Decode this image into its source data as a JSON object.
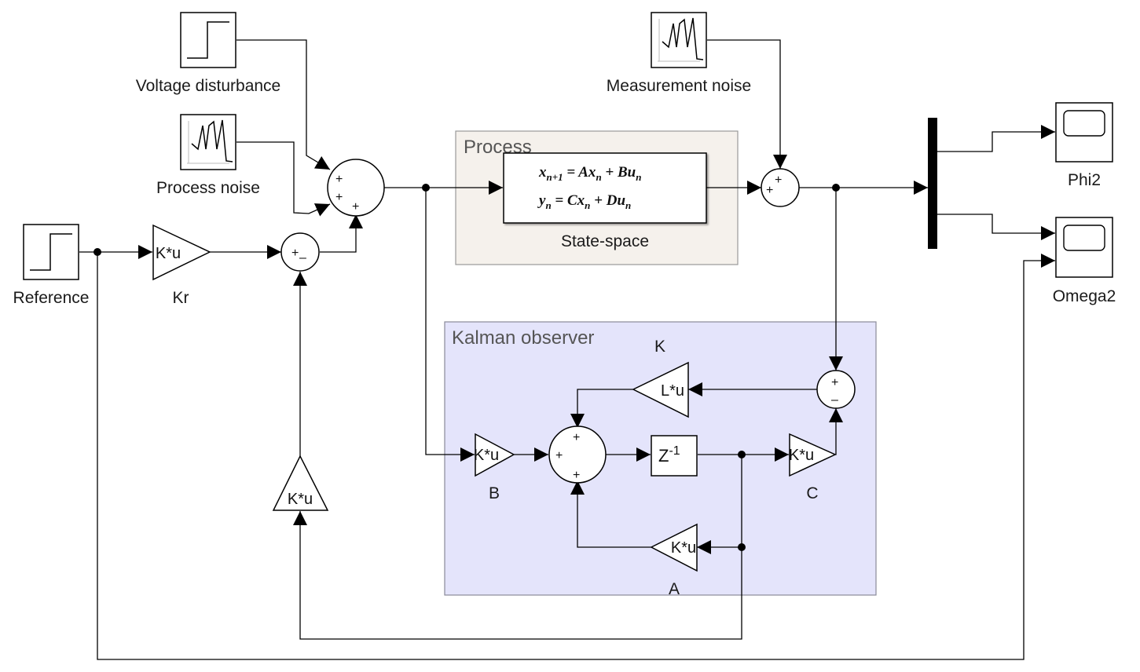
{
  "areas": {
    "process": {
      "title": "Process",
      "fill": "#f5f1ec",
      "stroke": "#9a9a9a"
    },
    "kalman": {
      "title": "Kalman observer",
      "fill": "#e4e4fb",
      "stroke": "#8a8a9a"
    }
  },
  "blocks": {
    "voltage_disturbance": {
      "label": "Voltage disturbance",
      "icon": "step-icon"
    },
    "process_noise": {
      "label": "Process noise",
      "icon": "random-signal-icon"
    },
    "measurement_noise": {
      "label": "Measurement noise",
      "icon": "random-signal-icon"
    },
    "reference": {
      "label": "Reference",
      "icon": "step-icon"
    },
    "kr": {
      "label": "Kr",
      "text": "K*u"
    },
    "feedback_gain": {
      "text": "K*u"
    },
    "state_space": {
      "label": "State-space",
      "eq1": {
        "a": "x",
        "a_sub": "n+1",
        "b": " = Ax",
        "b_sub": "n",
        "c": " + Bu",
        "c_sub": "n"
      },
      "eq2": {
        "a": "y",
        "a_sub": "n",
        "b": " = Cx",
        "b_sub": "n",
        "c": " + Du",
        "c_sub": "n"
      }
    },
    "phi2": {
      "label": "Phi2",
      "icon": "scope-icon"
    },
    "omega2": {
      "label": "Omega2",
      "icon": "scope-icon"
    },
    "gain_b": {
      "label": "B",
      "text": "K*u"
    },
    "gain_c": {
      "label": "C",
      "text": "K*u"
    },
    "gain_k": {
      "label": "K",
      "text": "L*u"
    },
    "gain_a": {
      "label": "A",
      "text": "K*u"
    },
    "unit_delay": {
      "base": "Z",
      "exp": "-1"
    }
  },
  "sums": {
    "disturbance_sum": [
      "+",
      "+",
      "+"
    ],
    "reference_sum": [
      "+",
      "–"
    ],
    "measurement_sum": [
      "+",
      "+"
    ],
    "innovation_sum": [
      "+",
      "–"
    ],
    "observer_sum": [
      "+",
      "+",
      "+"
    ]
  }
}
